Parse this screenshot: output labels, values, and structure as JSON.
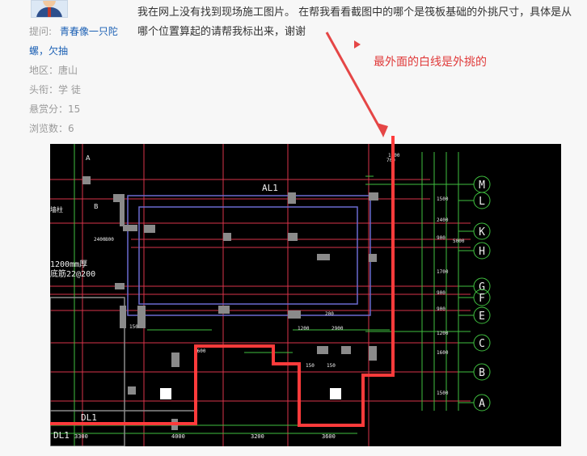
{
  "question": {
    "text": "我在网上没有找到现场施工图片。  在帮我看看截图中的哪个是筏板基础的外挑尺寸，具体是从哪个位置算起的请帮我标出来，谢谢"
  },
  "meta": {
    "asker_label": "提问:",
    "asker_name_1": "青春像一只陀",
    "asker_name_2": "螺，欠抽",
    "region_label": "地区：",
    "region_value": "唐山",
    "title_label": "头衔：",
    "title_value": "学 徒",
    "bounty_label": "悬赏分：",
    "bounty_value": "15",
    "views_label": "浏览数：",
    "views_value": "6"
  },
  "annotation": {
    "text": "最外面的白线是外挑的"
  },
  "drawing": {
    "axis_labels": [
      "M",
      "L",
      "K",
      "H",
      "G",
      "F",
      "E",
      "C",
      "B",
      "A"
    ],
    "beam_label": "AL1",
    "dl_label": "DL1",
    "dl_label_2": "DL1",
    "text_lines": [
      "1200mm厚",
      "底筋22@200"
    ],
    "small_labels": [
      "A",
      "B",
      "墙柱"
    ],
    "dims_bottom": [
      "3300",
      "4000",
      "3200",
      "3600"
    ],
    "dims_misc": [
      "2400",
      "800",
      "1600",
      "150",
      "1200",
      "2900",
      "150",
      "150",
      "1200",
      "700",
      "2400",
      "1500",
      "900",
      "5000",
      "1700",
      "900",
      "1200",
      "1600",
      "1500",
      "900",
      "200"
    ],
    "colors": {
      "beam": "#d9334a",
      "grid": "#3fbf3f",
      "wall": "#8a8a8a",
      "highlight": "#ff3b3b",
      "text": "#f0f0f0",
      "axis": "#3fbf3f"
    }
  }
}
